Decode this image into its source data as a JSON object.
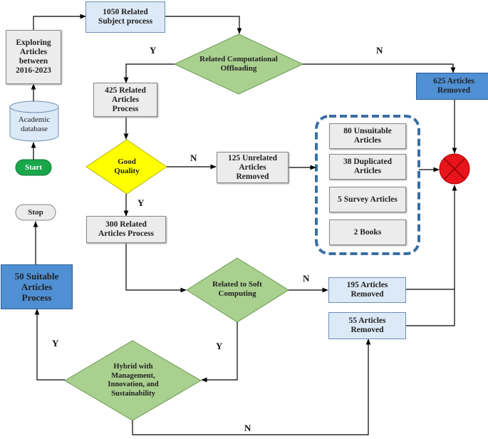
{
  "nodes": {
    "start": "Start",
    "database": "Academic database",
    "exploring": "Exploring Articles between 2016-2023",
    "subject": "1050 Related Subject  process",
    "offloading": "Related Computational Offloading",
    "removed625": "625 Articles Removed",
    "related425": "425 Related Articles Process",
    "quality": "Good Quality",
    "unrelated125": "125 Unrelated Articles Removed",
    "unsuitable80": "80 Unsuitable Articles",
    "duplicated38": "38 Duplicated Articles",
    "survey5": "5 Survey Articles",
    "books2": "2 Books",
    "related300": "300 Related Articles Process",
    "softcomputing": "Related to Soft Computing",
    "removed195": "195 Articles Removed",
    "removed55": "55 Articles Removed",
    "hybrid": "Hybrid with Management, Innovation, and Sustainability",
    "suitable50": "50 Suitable Articles Process",
    "stop": "Stop"
  },
  "edge_labels": {
    "offloading_yes": "Y",
    "offloading_no": "N",
    "quality_yes": "Y",
    "quality_no": "N",
    "soft_yes": "Y",
    "soft_no": "N",
    "hybrid_yes": "Y",
    "hybrid_no": "N"
  },
  "colors": {
    "decision_green": "#a9d08e",
    "decision_yellow": "#ffff00",
    "process_light": "#dce9f7",
    "process_dark": "#4f8fd3",
    "terminal_green": "#1aa64b",
    "removed_red": "#e8141b",
    "group_border": "#3a6ea5"
  }
}
